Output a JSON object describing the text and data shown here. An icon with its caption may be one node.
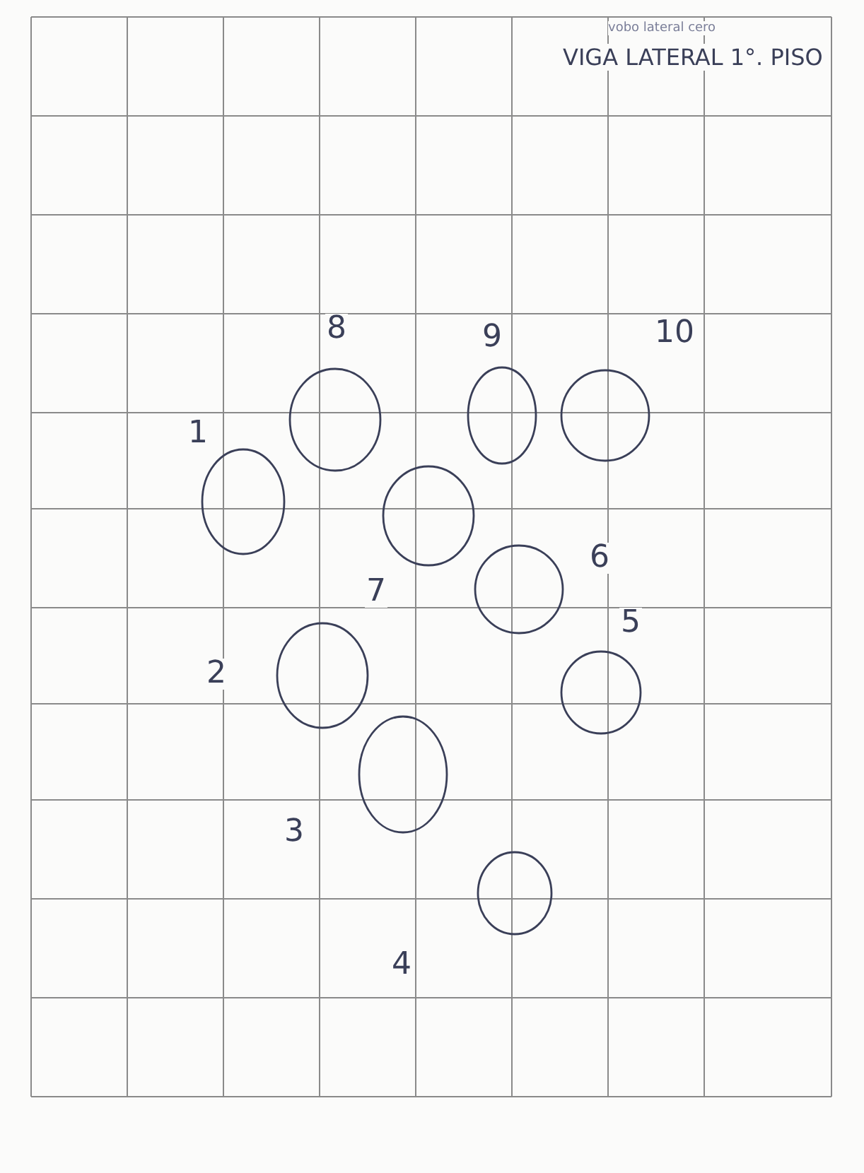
{
  "diagram": {
    "title": "VIGA LATERAL 1°. PISO",
    "nodes": [
      {
        "text": [],
        "shape": "circle",
        "beside": [
          "8"
        ]
      },
      {
        "text": [],
        "shape": "circle",
        "beside": [
          "9"
        ]
      },
      {
        "text": [],
        "shape": "circle",
        "beside": [
          "10"
        ]
      },
      {
        "text": [],
        "shape": "circle",
        "beside": [
          "1"
        ]
      },
      {
        "text": [],
        "shape": "circle",
        "beside": [
          "7"
        ]
      },
      {
        "text": [],
        "shape": "circle",
        "beside": [
          "6"
        ]
      },
      {
        "text": [],
        "shape": "circle",
        "beside": [
          "2"
        ]
      },
      {
        "text": [],
        "shape": "circle",
        "beside": [
          "5"
        ]
      },
      {
        "text": [],
        "shape": "circle",
        "beside": [
          "3"
        ]
      },
      {
        "text": [],
        "shape": "circle",
        "beside": [
          "4"
        ]
      }
    ],
    "labels": [
      "vobo lateral cero"
    ]
  }
}
